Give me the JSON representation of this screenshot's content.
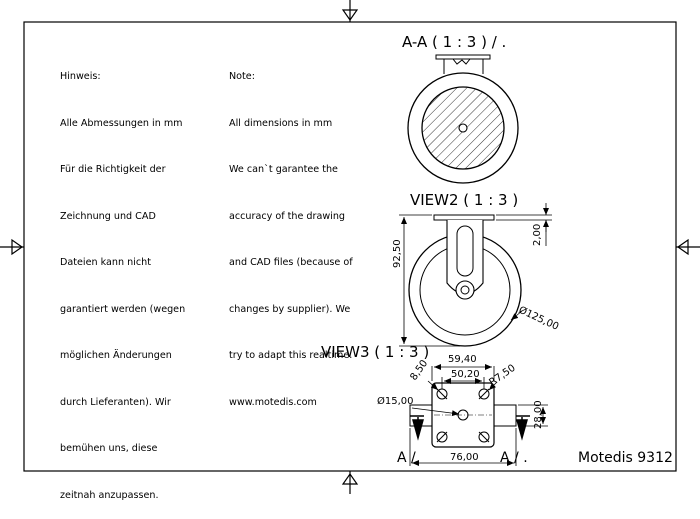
{
  "notes": {
    "german": {
      "heading": "Hinweis:",
      "lines": [
        "Alle Abmessungen in mm",
        "Für die Richtigkeit der",
        "Zeichnung und CAD",
        "Dateien kann nicht",
        "garantiert werden (wegen",
        "möglichen Änderungen",
        "durch Lieferanten). Wir",
        "bemühen uns, diese",
        "zeitnah anzupassen."
      ]
    },
    "english": {
      "heading": "Note:",
      "lines": [
        "All dimensions in mm",
        "We can`t garantee the",
        "accuracy of the drawing",
        "and CAD files (because of",
        "changes by supplier). We",
        "try to adapt this realtime.",
        "www.motedis.com"
      ]
    }
  },
  "views": {
    "section_title": "A-A ( 1 : 3 ) / .",
    "view2_title": "VIEW2 ( 1 : 3 )",
    "view3_title": "VIEW3 ( 1 : 3 )"
  },
  "dimensions": {
    "height": "92,50",
    "plate_thickness": "2,00",
    "wheel_diameter": "Ø125,00",
    "outer_width": "59,40",
    "inner_width": "50,20",
    "hole_offset": "8,50",
    "corner_radius": "R7,50",
    "center_hole": "Ø15,00",
    "plate_length": "76,00",
    "plate_depth": "28,00"
  },
  "section_markers": {
    "left": "A /",
    "right": "A / ."
  },
  "title_block": {
    "product": "Motedis 9312"
  },
  "colors": {
    "line": "#000000",
    "background": "#ffffff"
  }
}
